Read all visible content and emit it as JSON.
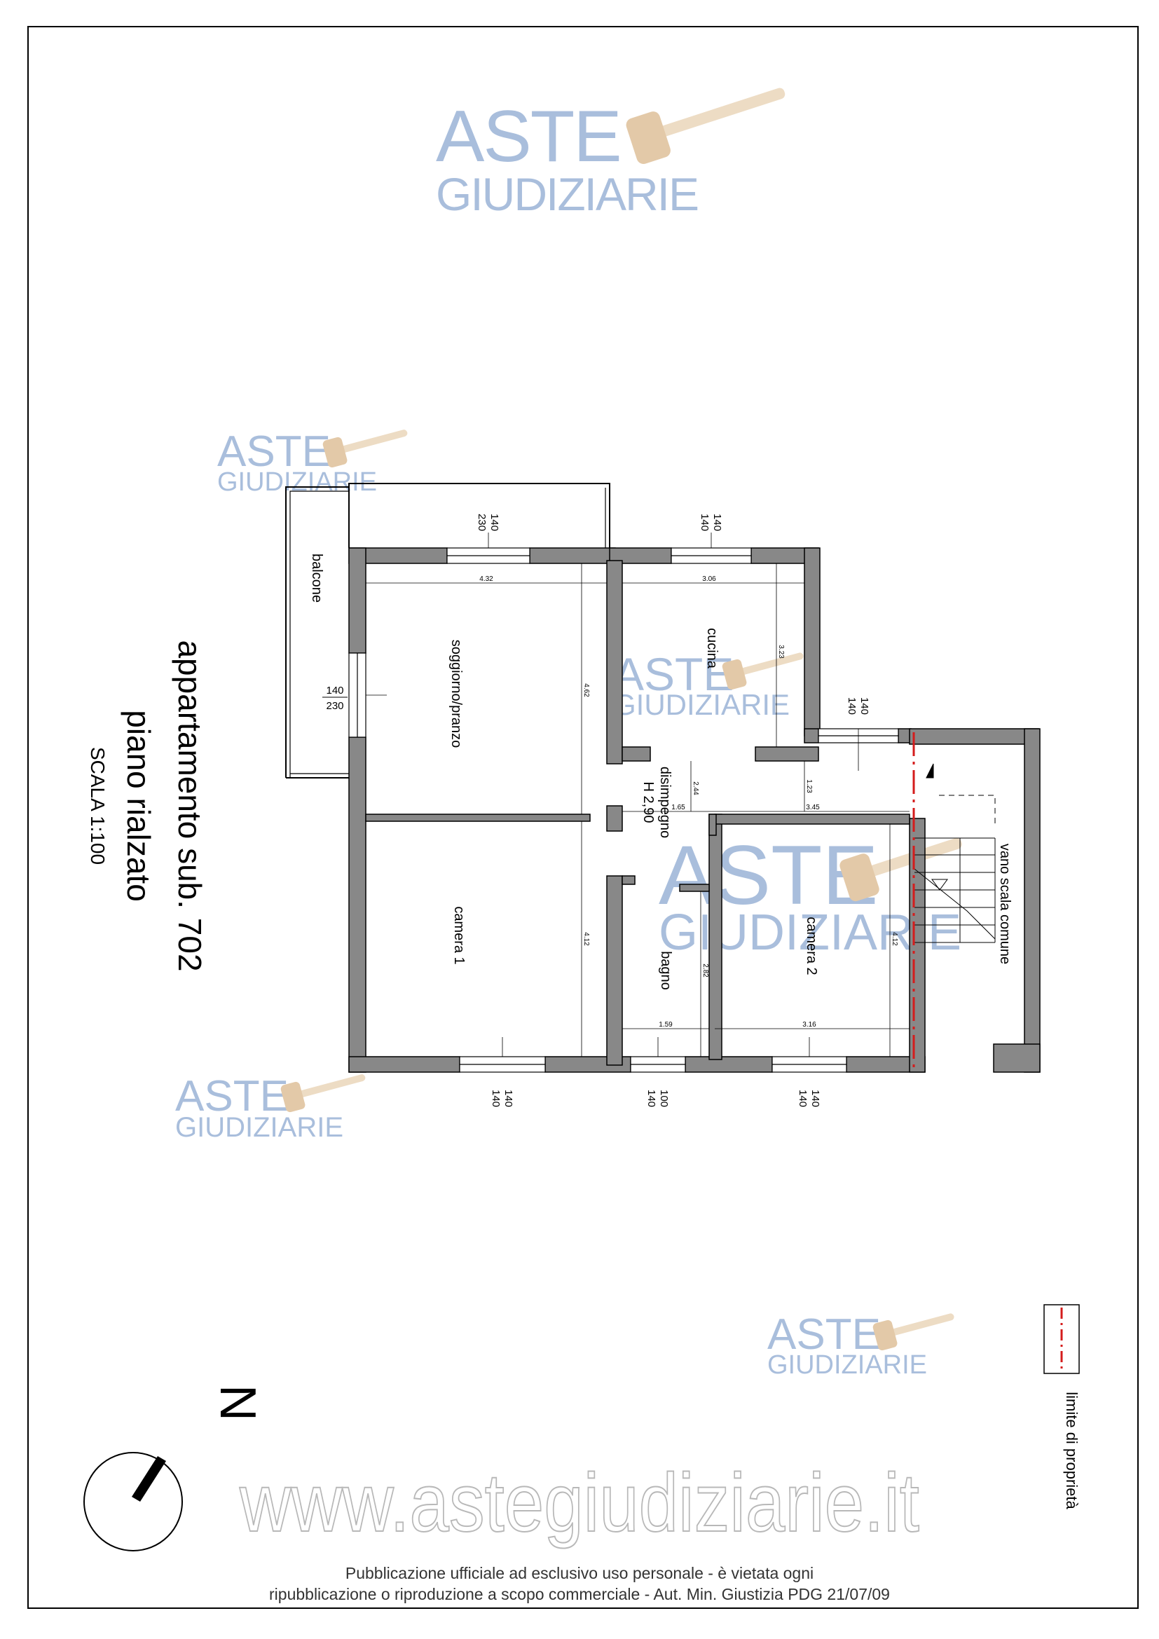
{
  "watermark": {
    "brand_line1": "ASTE",
    "brand_line2": "GIUDIZIARIE",
    "website": "www.astegiudiziarie.it",
    "colors": {
      "blue": "#9fb6d6",
      "gray": "#d8d8d8",
      "gavel": "#e6d3b8"
    }
  },
  "title": {
    "line1": "appartamento sub. 702",
    "line2": "piano rialzato",
    "scale": "SCALA 1:100"
  },
  "rooms": {
    "soggiorno": "soggiorno/pranzo",
    "cucina": "cucina",
    "disimpegno": "disimpegno",
    "height": "H 2,90",
    "camera1": "camera 1",
    "camera2": "camera 2",
    "bagno": "bagno",
    "balcone": "balcone",
    "vano_scala": "vano scala comune"
  },
  "windows": {
    "soggiorno_top": [
      "140",
      "230"
    ],
    "cucina_top": [
      "140",
      "140"
    ],
    "balcone_door": [
      "140",
      "230"
    ],
    "disimpegno_top": [
      "140",
      "140"
    ],
    "camera1_bottom": [
      "140",
      "140"
    ],
    "bagno_bottom": [
      "100",
      "140"
    ],
    "camera2_bottom": [
      "140",
      "140"
    ]
  },
  "dimensions": {
    "soggiorno_width": "4.32",
    "soggiorno_depth": "4.62",
    "cucina_width": "3.06",
    "cucina_depth": "3.23",
    "disimpegno_w1": "1.65",
    "disimpegno_w2": "3.45",
    "disimpegno_d1": "2.44",
    "disimpegno_d2": "1.23",
    "camera1_depth": "4.12",
    "bagno_width": "1.59",
    "bagno_depth": "2.82",
    "camera2_width": "3.16",
    "camera2_depth": "4.12"
  },
  "legend": {
    "label": "limite di proprietà",
    "line_color": "#d41c1c"
  },
  "compass": {
    "label": "N"
  },
  "footer": {
    "line1": "Pubblicazione ufficiale ad esclusivo uso personale - è vietata ogni",
    "line2": "ripubblicazione o riproduzione a scopo commerciale - Aut. Min. Giustizia PDG 21/07/09"
  }
}
